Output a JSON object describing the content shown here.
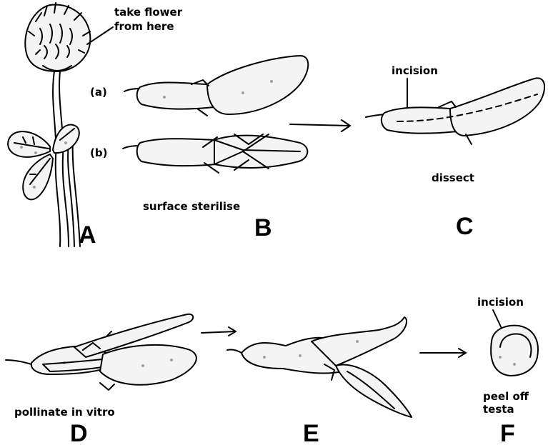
{
  "annotations": {
    "take_flower": [
      "take flower",
      "from here"
    ],
    "a": "(a)",
    "b": "(b)",
    "incision_c": "incision",
    "surface_sterilise": "surface sterilise",
    "dissect": "dissect",
    "pollinate": "pollinate in vitro",
    "incision_f": "incision",
    "peel_off": [
      "peel off",
      "testa"
    ]
  },
  "panels": {
    "A": "A",
    "B": "B",
    "C": "C",
    "D": "D",
    "E": "E",
    "F": "F"
  }
}
